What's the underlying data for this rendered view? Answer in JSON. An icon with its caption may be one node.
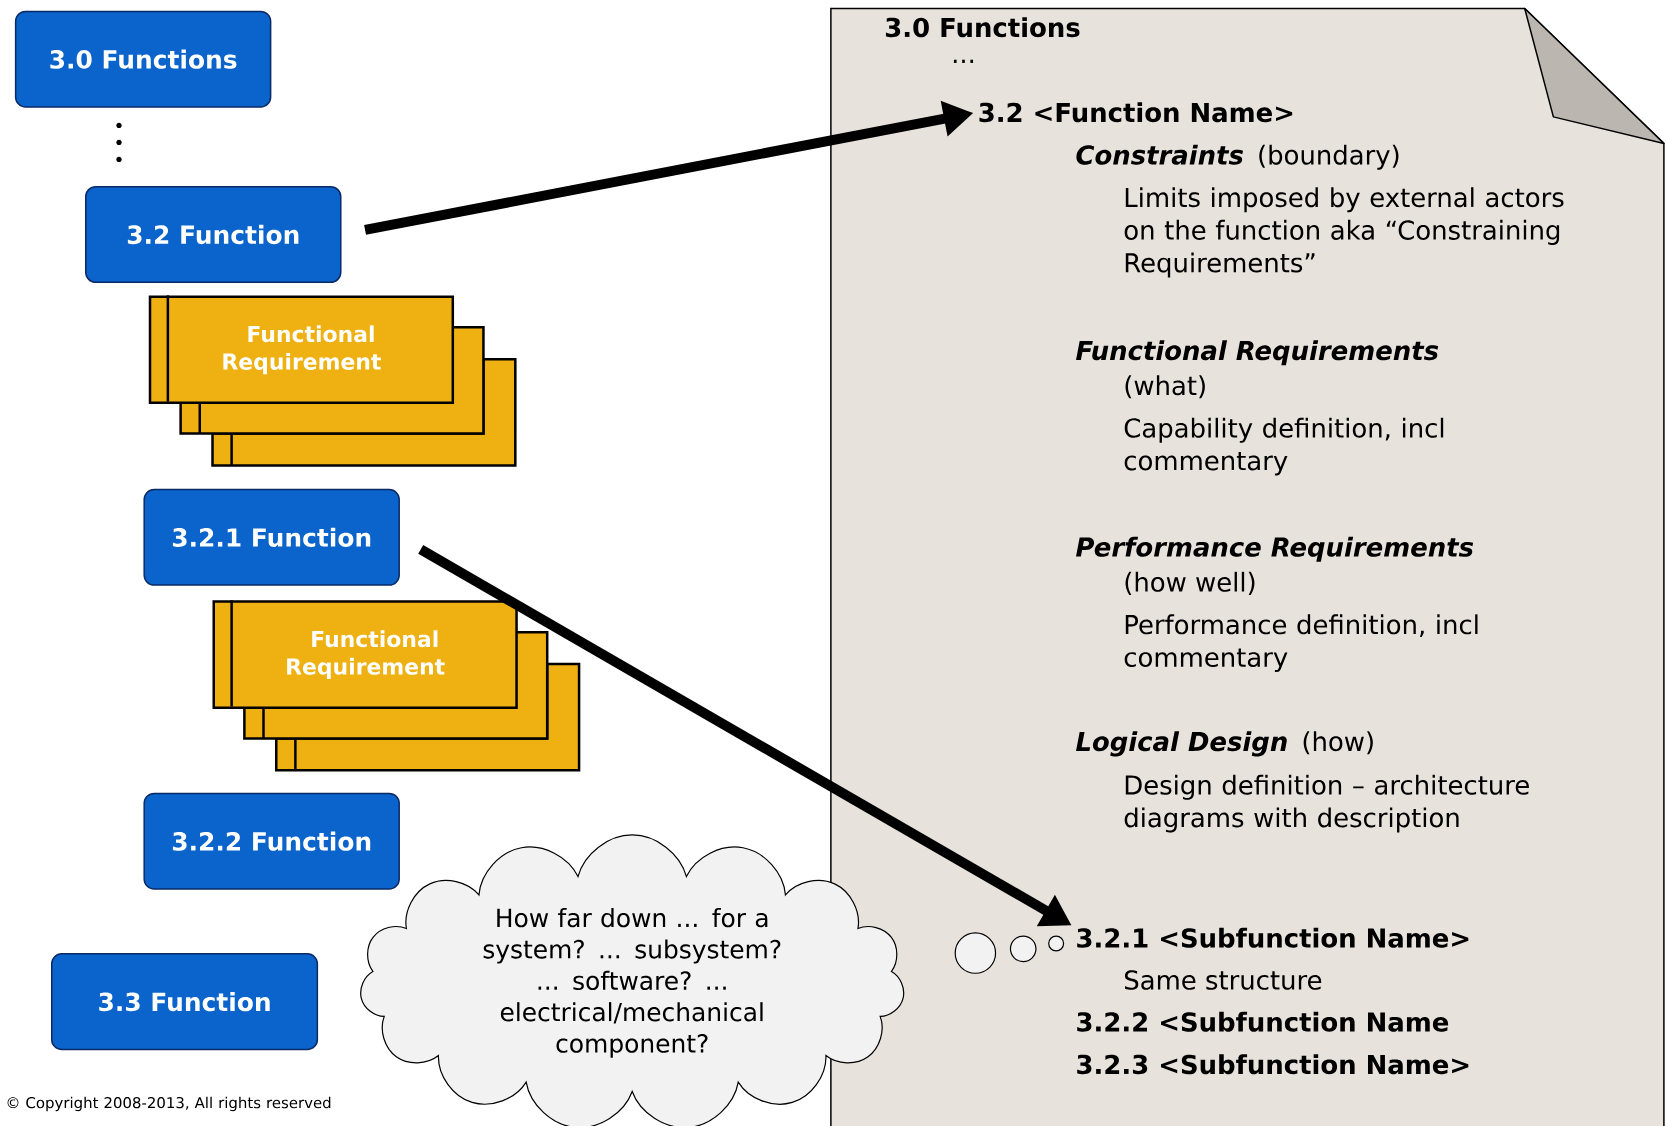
{
  "diagram": {
    "nodes": [
      {
        "text": [
          "3.0 Functions"
        ]
      },
      {
        "text": [
          "3.2 Function"
        ]
      },
      {
        "text": [
          "Functional Requirement"
        ]
      },
      {
        "text": [],
        "shape": "box"
      },
      {
        "text": [],
        "shape": "box"
      },
      {
        "text": [
          "3.2.1 Function"
        ]
      },
      {
        "text": [
          "Functional Requirement"
        ]
      },
      {
        "text": [],
        "shape": "box"
      },
      {
        "text": [],
        "shape": "box"
      },
      {
        "text": [
          "3.2.2 Function"
        ]
      },
      {
        "text": [
          "3.3 Function"
        ]
      },
      {
        "text": [
          "How far down ... for a system? ... subsystem? ... software? ... electrical/mechanical component?"
        ]
      },
      {
        "text": [
          "3.0 Functions",
          "...",
          "Constraints",
          "(boundary)",
          "Limits imposed by external actors on the function aka “Constraining Requirements”",
          "Functional Requirements",
          "(what)",
          "Capability definition, incl commentary",
          "Performance Requirements",
          "(how well)",
          "Performance definition, incl commentary",
          "Logical Design",
          "(how)",
          "Design definition – architecture diagrams with description",
          "Same structure",
          "3.2.2 <Subfunction Name",
          "3.2.3 <Subfunction Name>"
        ]
      },
      {
        "text": [
          "3.2 <Function Name>"
        ],
        "in": 12
      },
      {
        "text": [
          "3.2.1 <Subfunction Name>"
        ],
        "in": 12
      }
    ],
    "edges": [
      {
        "from": 1,
        "to": 13,
        "arrow": "to"
      },
      {
        "from": 5,
        "to": 14,
        "arrow": "to"
      }
    ],
    "labels": [
      "© Copyright 2008-2013, All rights reserved"
    ]
  }
}
